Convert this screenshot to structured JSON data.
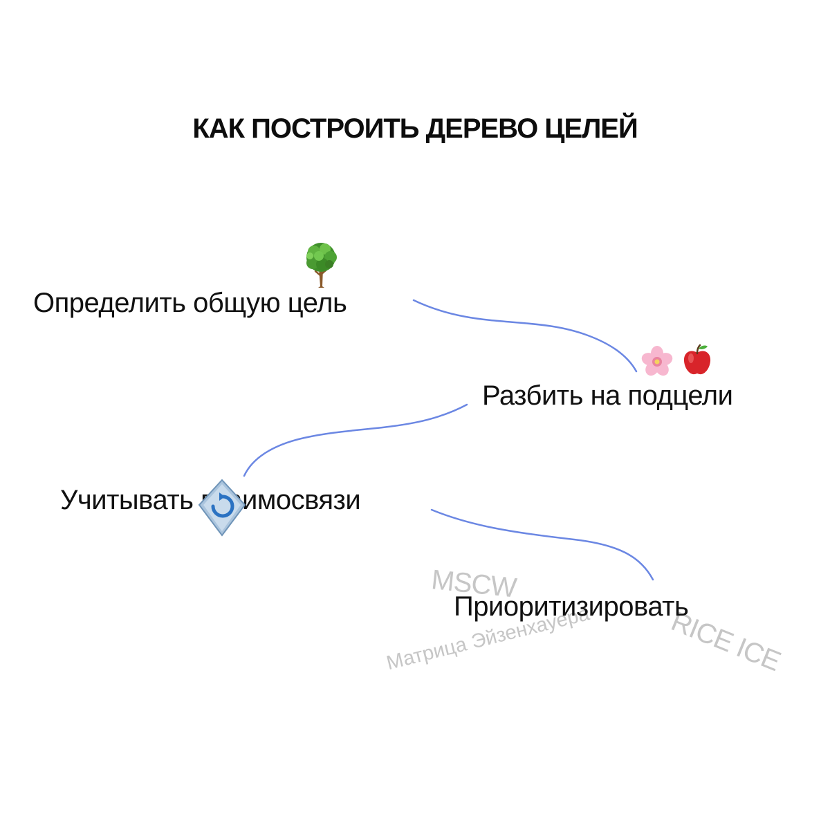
{
  "title": "КАК ПОСТРОИТЬ ДЕРЕВО ЦЕЛЕЙ",
  "steps": [
    {
      "label": "Определить общую цель",
      "icons": [
        "deciduous-tree-icon"
      ]
    },
    {
      "label": "Разбить на подцели",
      "icons": [
        "cherry-blossom-icon",
        "red-apple-icon"
      ]
    },
    {
      "label": "Учитывать взаимосвязи",
      "icons": [
        "recycle-arrows-icon"
      ]
    },
    {
      "label": "Приоритизировать",
      "icons": []
    }
  ],
  "annotations": {
    "mscw": "MSCW",
    "rice": "RICE ICE",
    "matrix": "Матрица Эйзенхауера"
  },
  "colors": {
    "connector": "#6b87e3",
    "annotation_text": "#c6c6c6",
    "text": "#111111",
    "background": "#ffffff"
  }
}
